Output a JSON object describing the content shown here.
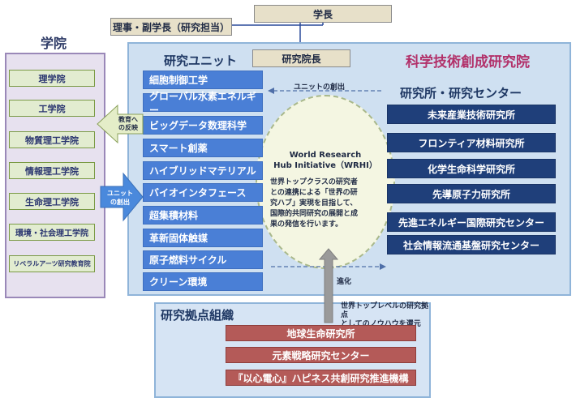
{
  "top": {
    "president": "学長",
    "vice_president": "理事・副学長（研究担当）",
    "director": "研究院長"
  },
  "main": {
    "title": "科学技術創成研究院",
    "units_title": "研究ユニット",
    "institutes_title": "研究所・研究センター",
    "units": [
      "細胞制御工学",
      "グローバル水素エネルギー",
      "ビッグデータ数理科学",
      "スマート創薬",
      "ハイブリッドマテリアル",
      "バイオインタフェース",
      "超集積材料",
      "革新固体触媒",
      "原子燃料サイクル",
      "クリーン環境"
    ],
    "institutes": [
      "未来産業技術研究所",
      "フロンティア材料研究所",
      "化学生命科学研究所",
      "先導原子力研究所",
      "先進エネルギー国際研究センター",
      "社会情報流通基盤研究センター"
    ],
    "unit_creation_label": "ユニットの創出",
    "evolution_label": "進化"
  },
  "wrhi": {
    "title_line1": "World Research",
    "title_line2": "Hub Initiative（WRHI）",
    "body_lines": [
      "世界トップクラスの研究者",
      "との連携による「世界の研",
      "究ハブ」実現を目指して、",
      "国際的共同研究の展開と成",
      "果の発信を行います。"
    ]
  },
  "gakuin": {
    "title": "学院",
    "schools": [
      "理学院",
      "工学院",
      "物質理工学院",
      "情報理工学院",
      "生命理工学院",
      "環境・社会理工学院",
      "リベラルアーツ研究教育院"
    ],
    "feedback_line1": "教育へ",
    "feedback_line2": "の反映",
    "creation_line1": "ユニット",
    "creation_line2": "の創出"
  },
  "hub": {
    "title": "研究拠点組織",
    "items": [
      "地球生命研究所",
      "元素戦略研究センター",
      "『以心電心』ハピネス共創研究推進機構"
    ],
    "arrow_line1": "世界トップレベルの研究拠点",
    "arrow_line2": "としてのノウハウを還元"
  },
  "colors": {
    "unit_blue": "#4a7fd6",
    "institute_navy": "#1f3f7a",
    "hub_red": "#b45a58",
    "school_green": "#e2ecd0",
    "title_magenta": "#b2316a"
  }
}
